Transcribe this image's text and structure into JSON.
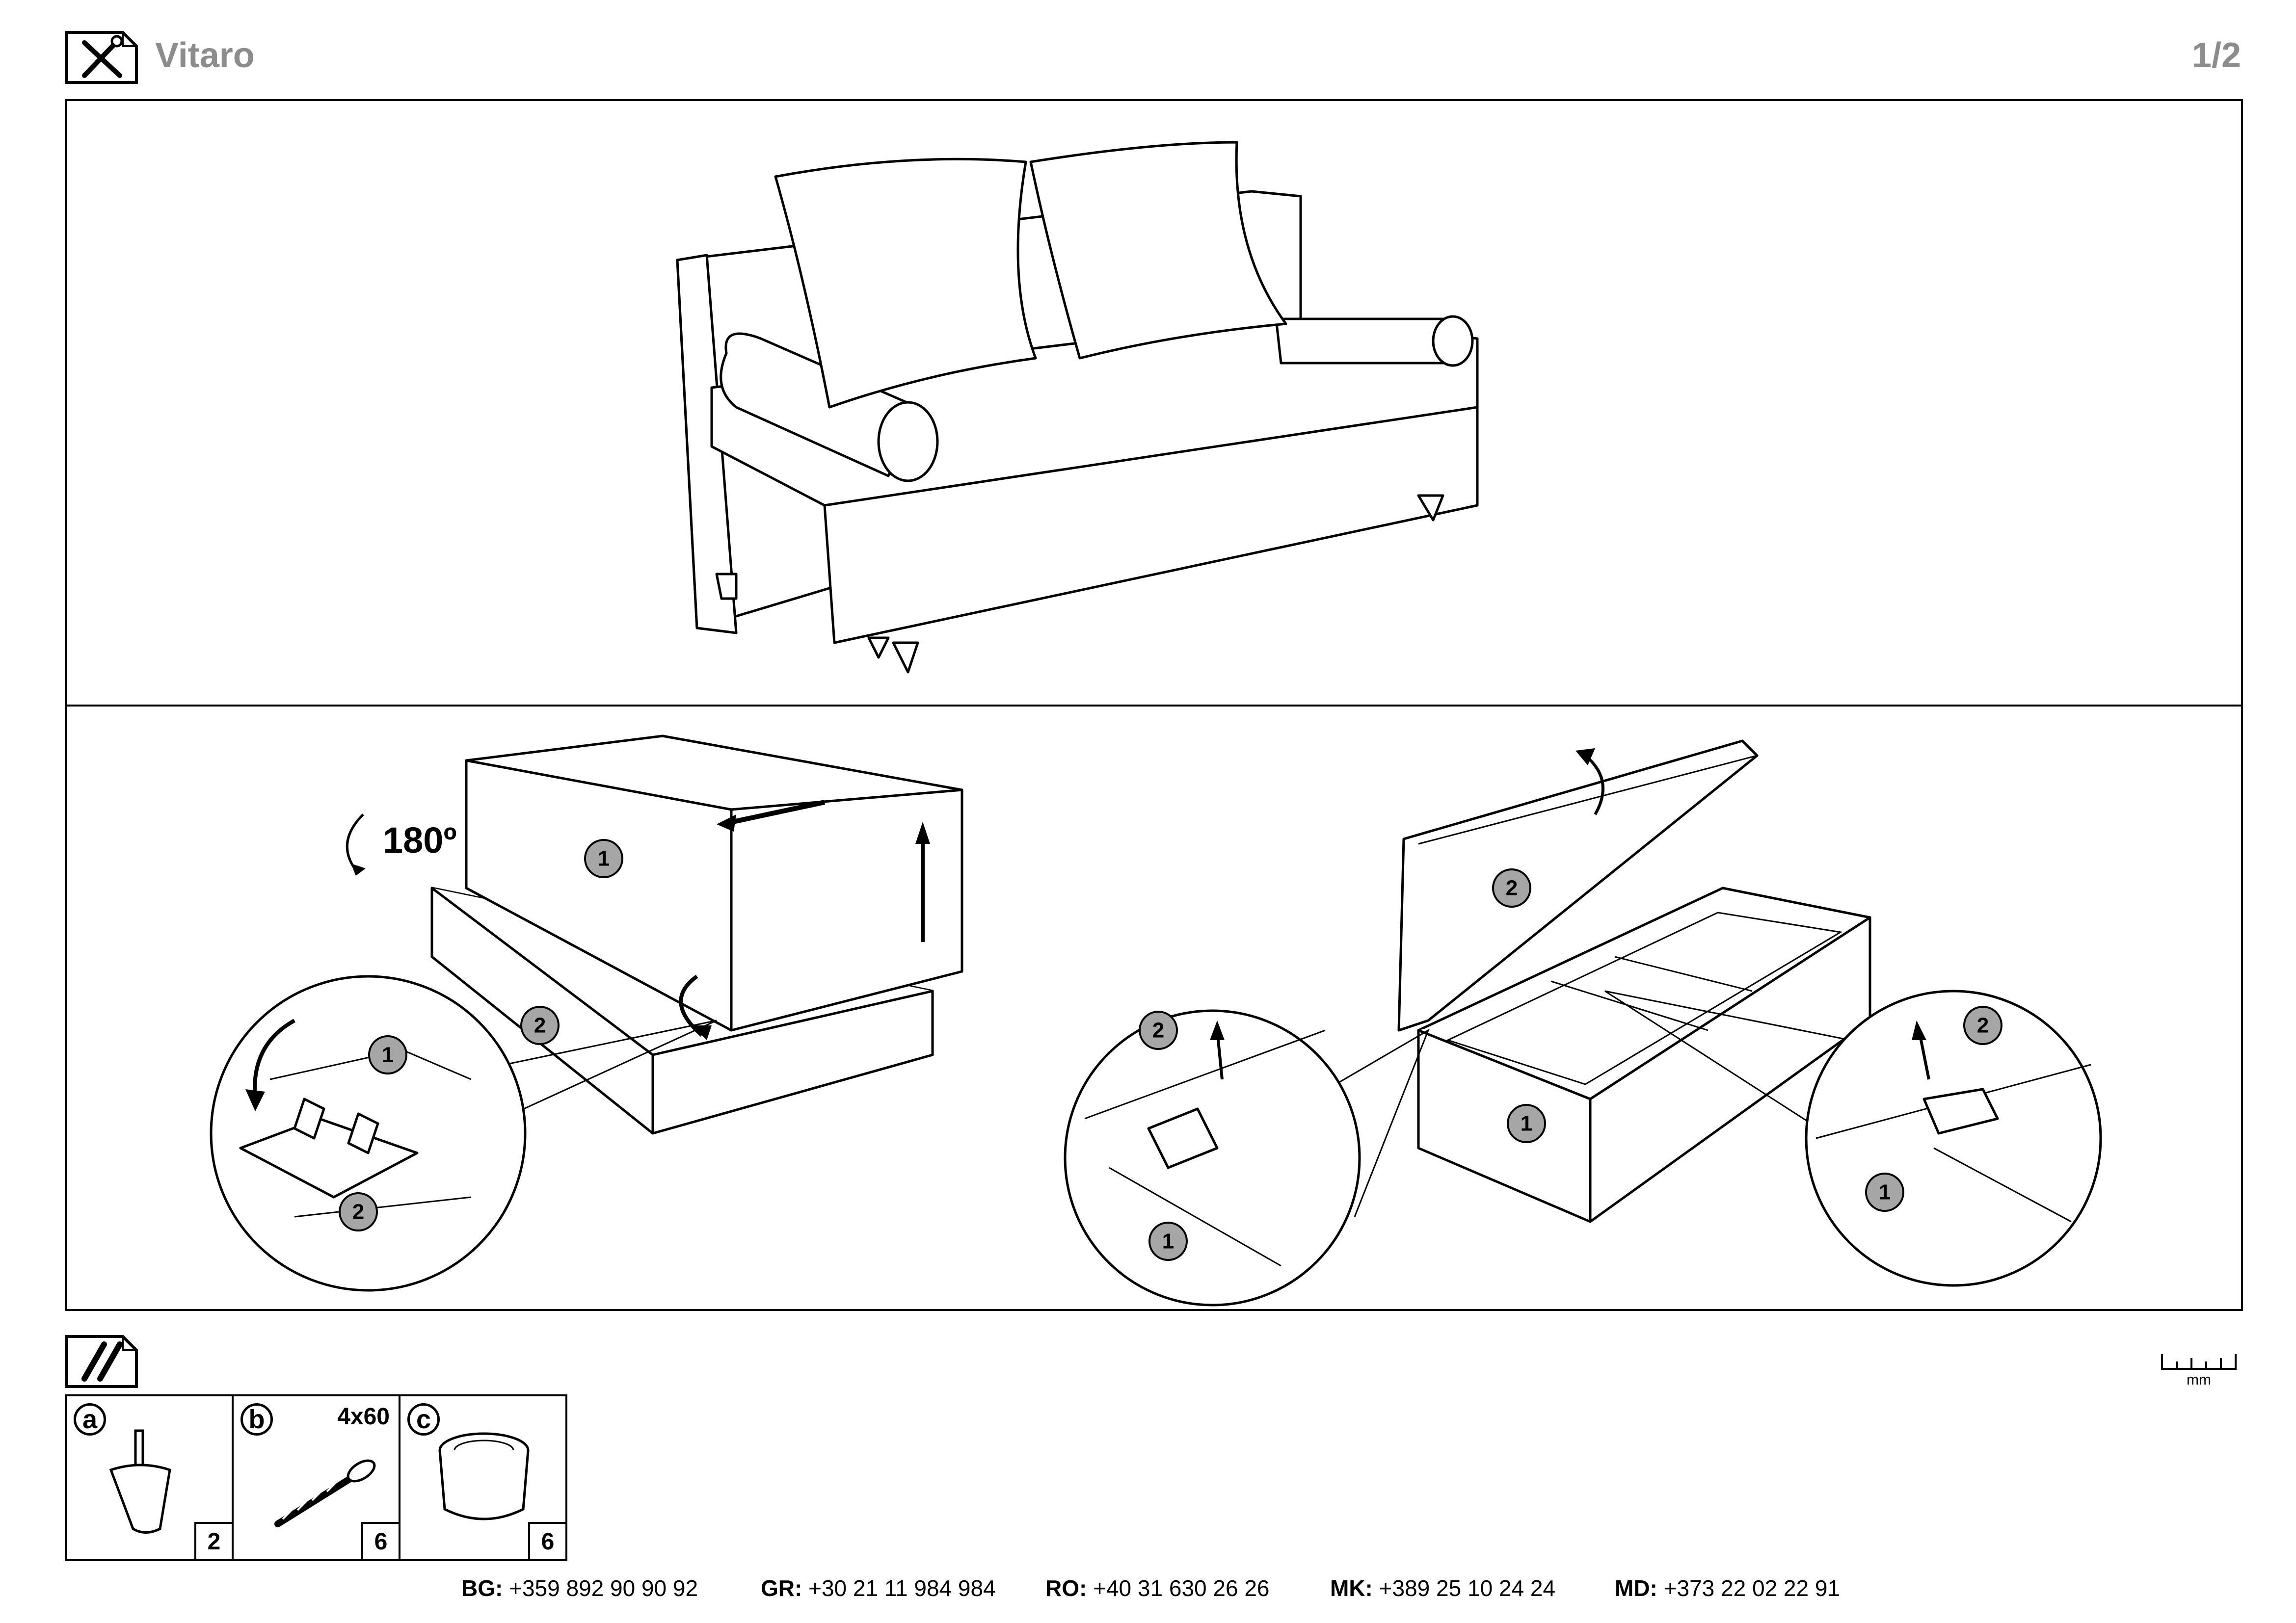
{
  "header": {
    "title": "Vitaro",
    "page": "1/2",
    "tools_icon": "wrench-screwdriver-icon"
  },
  "step": {
    "rotation_label": "180º",
    "callouts_left": [
      "1",
      "2"
    ],
    "callouts_right": [
      "1",
      "2"
    ]
  },
  "hardware": {
    "icon": "hardware-bag-icon",
    "parts": [
      {
        "letter": "a",
        "size": "",
        "qty": "2",
        "icon": "sofa-leg-icon"
      },
      {
        "letter": "b",
        "size": "4x60",
        "qty": "6",
        "icon": "screw-icon"
      },
      {
        "letter": "c",
        "size": "",
        "qty": "6",
        "icon": "furniture-glide-icon"
      }
    ]
  },
  "ruler": {
    "unit": "mm"
  },
  "contacts": [
    {
      "code": "BG:",
      "phone": "+359 892 90 90 92"
    },
    {
      "code": "GR:",
      "phone": "+30 21 11 984 984"
    },
    {
      "code": "RO:",
      "phone": "+40 31 630 26 26"
    },
    {
      "code": "MK:",
      "phone": "+389 25 10 24 24"
    },
    {
      "code": "MD:",
      "phone": "+373 22 02 22 91"
    }
  ]
}
